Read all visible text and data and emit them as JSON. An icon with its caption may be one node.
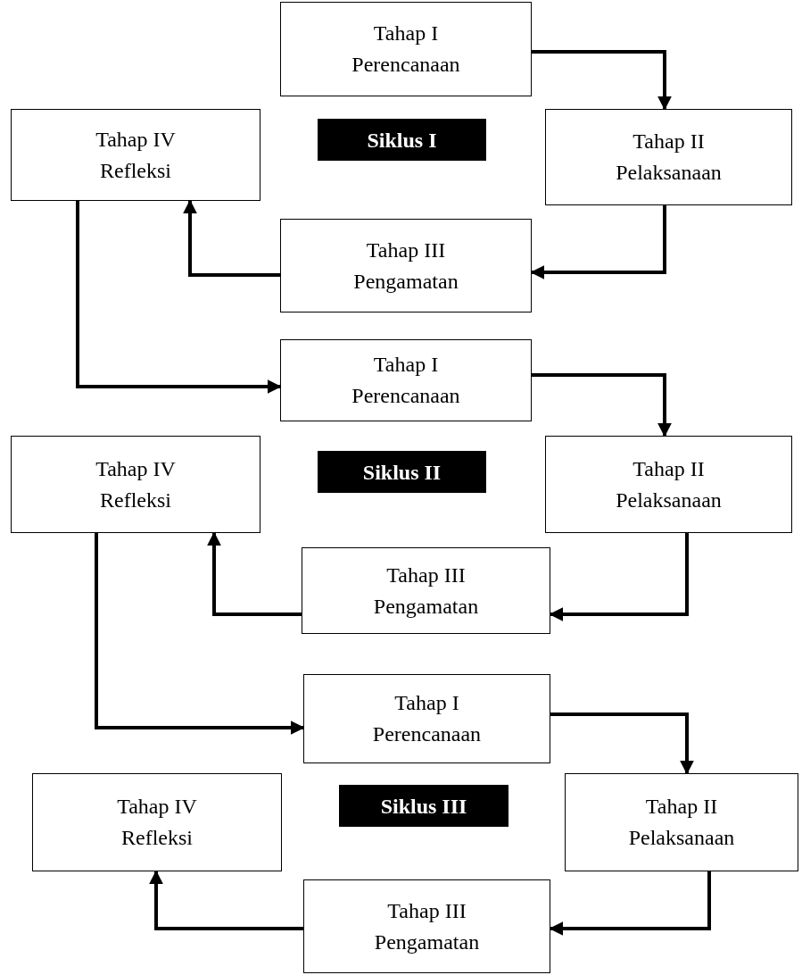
{
  "diagram": {
    "nodes": [
      {
        "text": [
          "Tahap I",
          "Perencanaan"
        ]
      },
      {
        "text": [
          "Tahap IV",
          "Refleksi"
        ]
      },
      {
        "text": [
          "Siklus I"
        ]
      },
      {
        "text": [
          "Tahap II",
          "Pelaksanaan"
        ]
      },
      {
        "text": [
          "Tahap III",
          "Pengamatan"
        ]
      },
      {
        "text": [
          "Tahap I",
          "Perencanaan"
        ]
      },
      {
        "text": [
          "Tahap IV",
          "Refleksi"
        ]
      },
      {
        "text": [
          "Siklus II"
        ]
      },
      {
        "text": [
          "Tahap II",
          "Pelaksanaan"
        ]
      },
      {
        "text": [
          "Tahap III",
          "Pengamatan"
        ]
      },
      {
        "text": [
          "Tahap I",
          "Perencanaan"
        ]
      },
      {
        "text": [
          "Tahap IV",
          "Refleksi"
        ]
      },
      {
        "text": [
          "Siklus III"
        ]
      },
      {
        "text": [
          "Tahap II",
          "Pelaksanaan"
        ]
      },
      {
        "text": [
          "Tahap III",
          "Pengamatan"
        ]
      }
    ],
    "edges": [
      {
        "from": 0,
        "to": 3,
        "arrow": "to"
      },
      {
        "from": 3,
        "to": 4,
        "arrow": "to"
      },
      {
        "from": 4,
        "to": 1,
        "arrow": "to"
      },
      {
        "from": 1,
        "to": 5,
        "arrow": "to"
      },
      {
        "from": 5,
        "to": 8,
        "arrow": "to"
      },
      {
        "from": 8,
        "to": 9,
        "arrow": "to"
      },
      {
        "from": 9,
        "to": 6,
        "arrow": "to"
      },
      {
        "from": 6,
        "to": 10,
        "arrow": "to"
      },
      {
        "from": 10,
        "to": 13,
        "arrow": "to"
      },
      {
        "from": 13,
        "to": 14,
        "arrow": "to"
      },
      {
        "from": 14,
        "to": 11,
        "arrow": "to"
      }
    ]
  }
}
